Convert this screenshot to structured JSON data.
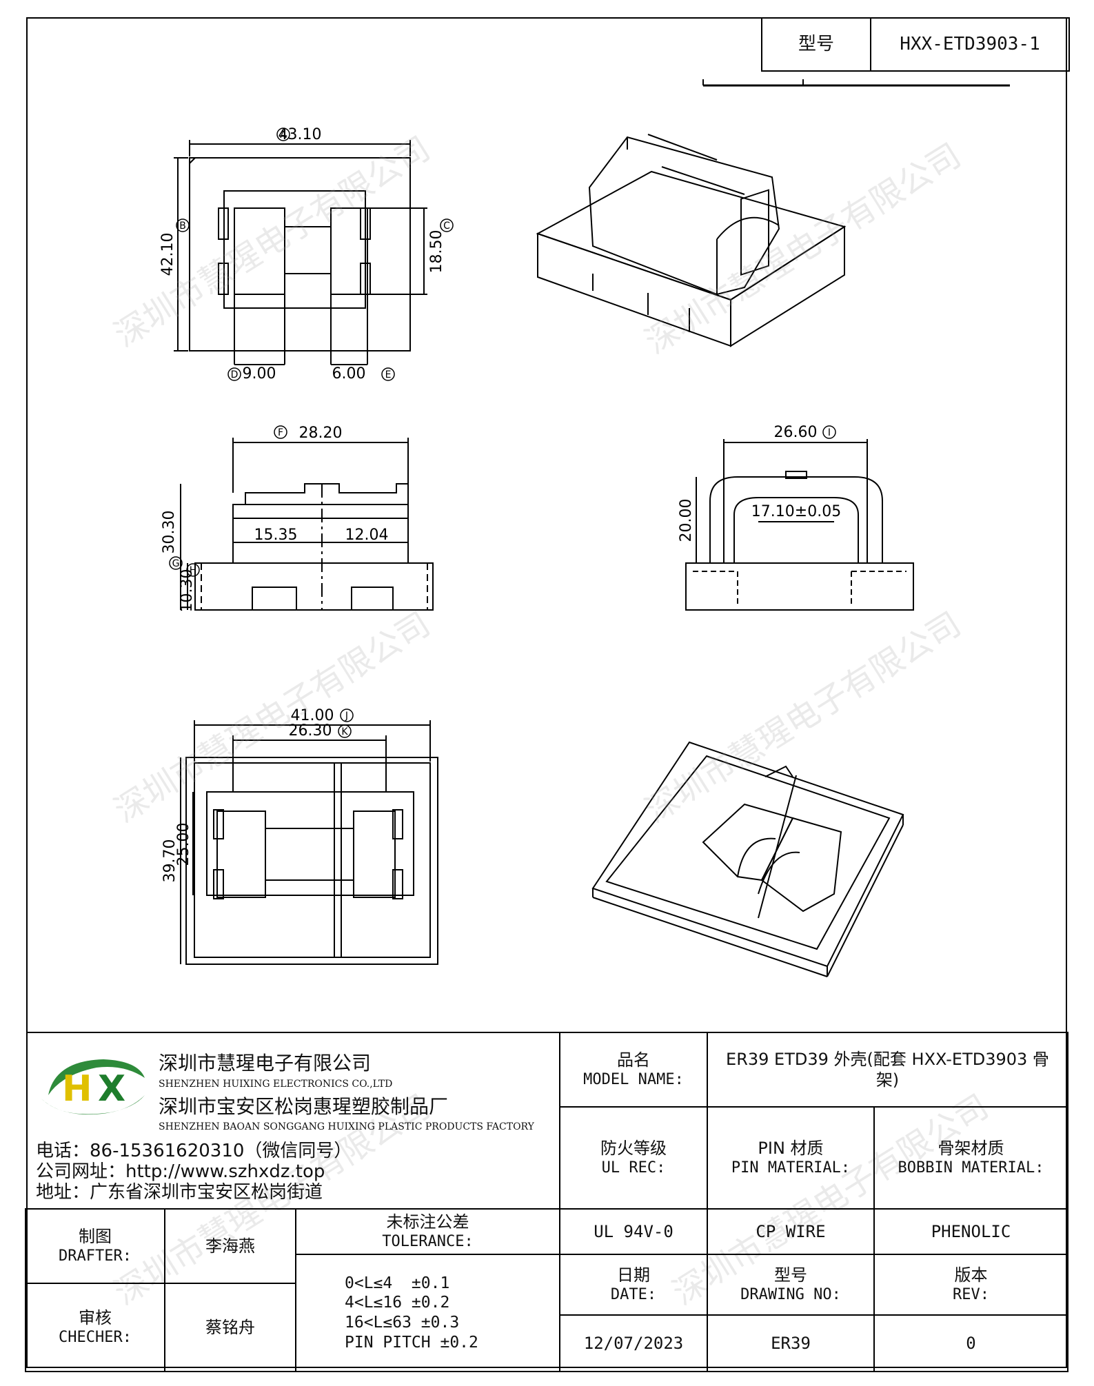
{
  "header": {
    "model_label": "型号",
    "model_value": "HXX-ETD3903-1"
  },
  "watermark": "深圳市慧瑆电子有限公司",
  "dimensions": {
    "top_width": "43.10",
    "top_height": "42.10",
    "top_gap": "18.50",
    "top_left_width": "9.00",
    "top_right_width": "6.00",
    "front_width": "28.20",
    "front_total_height": "30.30",
    "front_base_height": "10.30",
    "front_left": "15.35",
    "front_right": "12.04",
    "side_width": "26.60",
    "side_height": "20.00",
    "side_inner": "17.10±0.05",
    "bottom_outer_width": "41.00",
    "bottom_inner_width": "26.30",
    "bottom_outer_height": "39.70",
    "bottom_inner_height": "25.00"
  },
  "circled_letters": {
    "a": "A",
    "b": "B",
    "c": "C",
    "d": "D",
    "e": "E",
    "f": "F",
    "g": "G",
    "h": "H",
    "i": "I",
    "j": "J",
    "k": "K"
  },
  "company": {
    "logo_text": "HX",
    "name_cn": "深圳市慧瑆电子有限公司",
    "name_en": "SHENZHEN HUIXING ELECTRONICS CO.,LTD",
    "factory_cn": "深圳市宝安区松岗惠瑆塑胶制品厂",
    "factory_en": "SHENZHEN BAOAN SONGGANG HUIXING PLASTIC PRODUCTS FACTORY",
    "phone": "电话：86-15361620310（微信同号）",
    "website": "公司网址：http://www.szhxdz.top",
    "address": "地址：广东省深圳市宝安区松岗街道"
  },
  "title_block": {
    "model_name_cn": "品名",
    "model_name_en": "MODEL NAME:",
    "model_name_value": "ER39 ETD39 外壳(配套 HXX-ETD3903 骨架)",
    "ul_cn": "防火等级",
    "ul_en": "UL REC:",
    "ul_value": "UL 94V-0",
    "pin_cn": "PIN 材质",
    "pin_en": "PIN MATERIAL:",
    "pin_value": "CP WIRE",
    "bobbin_cn": "骨架材质",
    "bobbin_en": "BOBBIN MATERIAL:",
    "bobbin_value": "PHENOLIC",
    "drafter_cn": "制图",
    "drafter_en": "DRAFTER:",
    "drafter_value": "李海燕",
    "checker_cn": "审核",
    "checker_en": "CHECHER:",
    "checker_value": "蔡铭舟",
    "tolerance_cn": "未标注公差",
    "tolerance_en": "TOLERANCE:",
    "tolerances": [
      "0<L≤4  ±0.1",
      "4<L≤16 ±0.2",
      "16<L≤63 ±0.3",
      "PIN PITCH ±0.2"
    ],
    "date_cn": "日期",
    "date_en": "DATE:",
    "date_value": "12/07/2023",
    "drawing_cn": "型号",
    "drawing_en": "DRAWING NO:",
    "drawing_value": "ER39",
    "rev_cn": "版本",
    "rev_en": "REV:",
    "rev_value": "0"
  }
}
